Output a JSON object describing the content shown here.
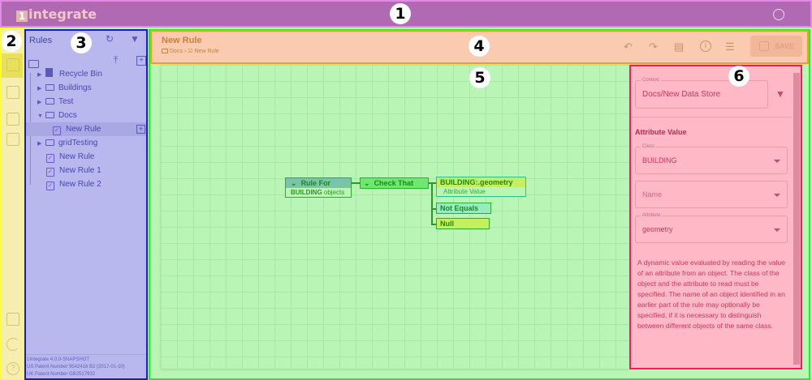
{
  "app": {
    "logo_mark": "1",
    "logo_text": "integrate"
  },
  "badges": [
    "1",
    "2",
    "3",
    "4",
    "5",
    "6"
  ],
  "rail": {
    "icons": [
      "rules-icon",
      "file-import-icon",
      "checklist-icon",
      "play-library-icon",
      "chart-icon",
      "dark-mode-icon",
      "help-icon"
    ]
  },
  "rules_panel": {
    "title": "Rules",
    "tree": [
      {
        "label": "Recycle Bin",
        "type": "trash",
        "expandable": true
      },
      {
        "label": "Buildings",
        "type": "folder",
        "expandable": true
      },
      {
        "label": "Test",
        "type": "folder",
        "expandable": true
      },
      {
        "label": "Docs",
        "type": "folder",
        "expanded": true
      },
      {
        "label": "New Rule",
        "type": "rule",
        "selected": true
      },
      {
        "label": "gridTesting",
        "type": "folder",
        "expandable": true
      },
      {
        "label": "New Rule",
        "type": "rule"
      },
      {
        "label": "New Rule 1",
        "type": "rule"
      },
      {
        "label": "New Rule 2",
        "type": "rule"
      }
    ],
    "footer": [
      "1Integrate 4.0.0-SNAPSHOT",
      "US Patent Number 9542416 B2 (2017-01-10)",
      "UK Patent Number GB2517932"
    ]
  },
  "header": {
    "title": "New Rule",
    "breadcrumb": [
      "Docs",
      "New Rule"
    ],
    "save_label": "SAVE"
  },
  "rule_tree": {
    "rule_for": "Rule For",
    "rule_for_class": "BUILDING",
    "rule_for_suffix": "objects",
    "check": "Check That",
    "attr": "BUILDING:.geometry",
    "attr_sub": "Attribute Value",
    "op": "Not Equals",
    "value": "Null"
  },
  "props": {
    "context_label": "Context",
    "context_value": "Docs/New Data Store",
    "section": "Attribute Value",
    "class_label": "Class",
    "class_value": "BUILDING",
    "name_placeholder": "Name",
    "attribute_label": "Attribute",
    "attribute_value": "geometry",
    "description": "A dynamic value evaluated by reading the value of an attribute from an object. The class of the object and the attribute to read must be specified. The name of an object identified in an earlier part of the rule may optionally be specified, if it is necessary to distinguish between different objects of the same class."
  }
}
